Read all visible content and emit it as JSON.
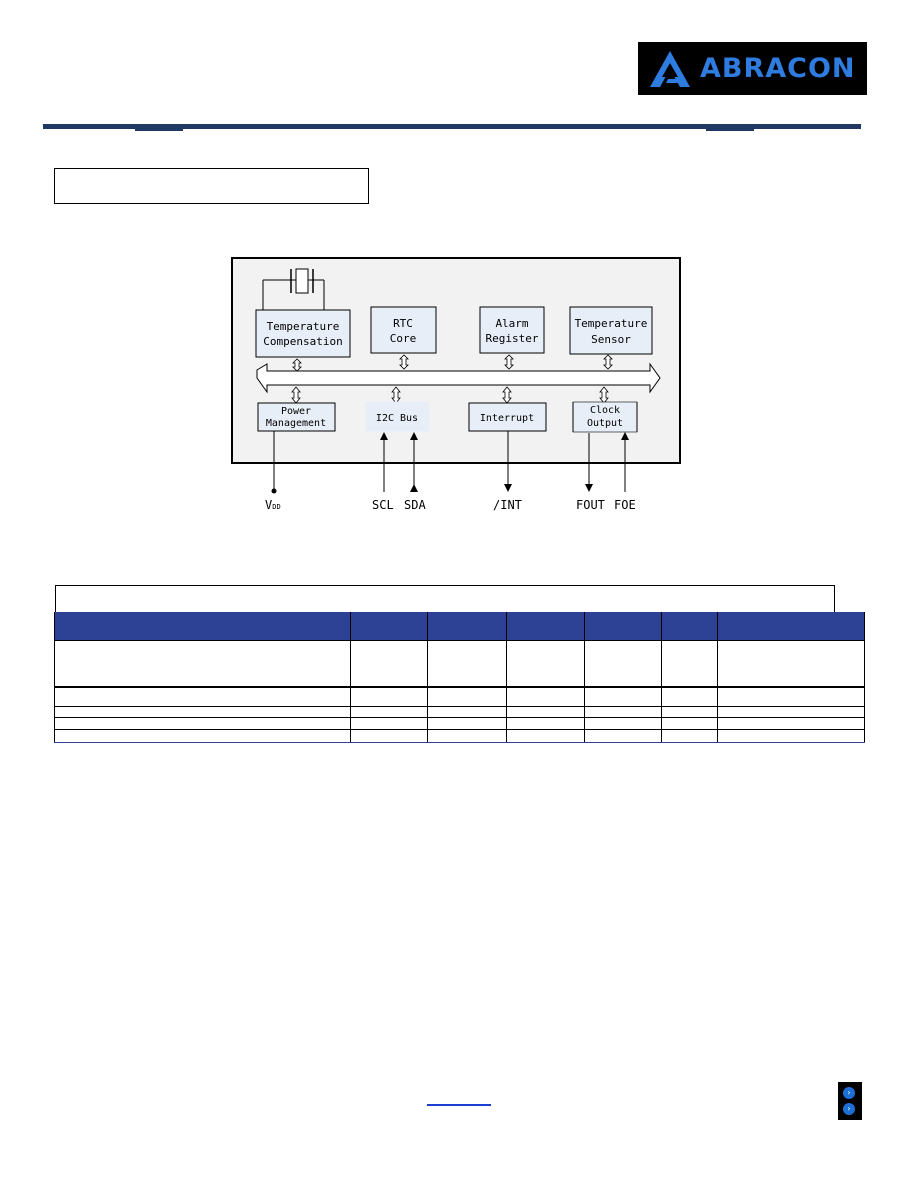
{
  "brand": {
    "name": "ABRACON"
  },
  "diagram": {
    "blocks": {
      "temp_comp": [
        "Temperature",
        "Compensation"
      ],
      "rtc_core": [
        "RTC",
        "Core"
      ],
      "alarm_register": [
        "Alarm",
        "Register"
      ],
      "temp_sensor": [
        "Temperature",
        "Sensor"
      ],
      "power_mgmt": [
        "Power",
        "Management"
      ],
      "i2c_bus": "I2C Bus",
      "interrupt": "Interrupt",
      "clock_output": [
        "Clock",
        "Output"
      ]
    },
    "pins": {
      "vdd_main": "V",
      "vdd_sub": "DD",
      "scl": "SCL",
      "sda": "SDA",
      "int": "/INT",
      "fout": "FOUT",
      "foe": "FOE"
    }
  },
  "colors": {
    "brand_blue": "#2f7ce0",
    "header_navy": "#1f3864",
    "table_header": "#2d4294"
  },
  "icons": {
    "nav_next": "chevron-right-icon"
  }
}
